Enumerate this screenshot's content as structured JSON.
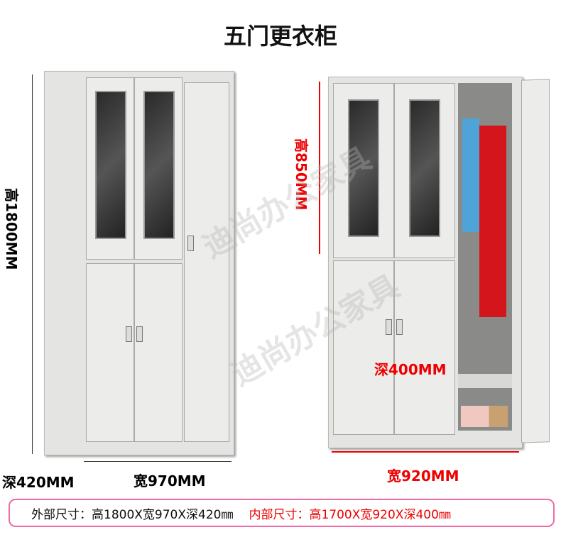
{
  "title": "五门更衣柜",
  "watermark": "迪尚办公家具",
  "left_cabinet": {
    "height_label": "高1800MM",
    "depth_label": "深420MM",
    "width_label": "宽970MM"
  },
  "right_cabinet": {
    "height_label": "高850MM",
    "depth_label": "深400MM",
    "width_label": "宽920MM"
  },
  "specs": {
    "outer": "外部尺寸：高1800X宽970X深420㎜",
    "inner": "内部尺寸：高1700X宽920X深400㎜"
  },
  "colors": {
    "accent": "#e00000",
    "border": "#f06aa8"
  }
}
